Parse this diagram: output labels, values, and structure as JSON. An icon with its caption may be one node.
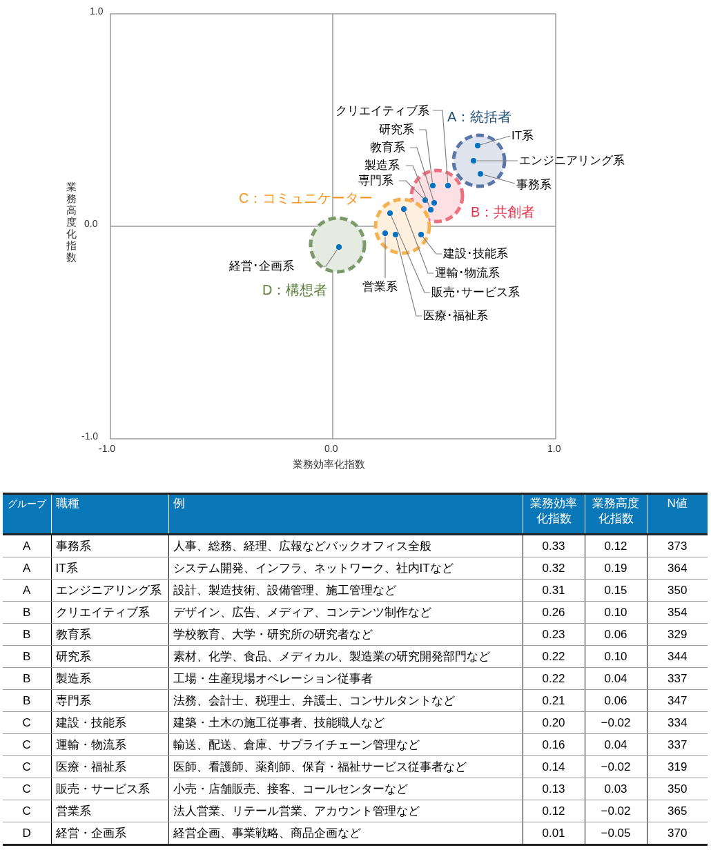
{
  "diagram": {
    "nodes": [
      {
        "text": [
          "A：統括者"
        ]
      },
      {
        "text": [
          "B：共創者"
        ]
      },
      {
        "text": [
          "C：コミュニケーター"
        ]
      },
      {
        "text": [
          "D：構想者"
        ]
      },
      {
        "text": [],
        "shape": "circle",
        "in": 0
      },
      {
        "text": [],
        "shape": "circle",
        "in": 0
      },
      {
        "text": [],
        "shape": "circle",
        "in": 0
      },
      {
        "text": [],
        "shape": "circle",
        "in": 1
      },
      {
        "text": [],
        "shape": "circle",
        "in": 1
      },
      {
        "text": [],
        "shape": "circle",
        "in": 1
      },
      {
        "text": [],
        "shape": "circle",
        "in": 1
      },
      {
        "text": [],
        "shape": "circle",
        "in": 1
      },
      {
        "text": [],
        "shape": "circle",
        "in": 2
      },
      {
        "text": [],
        "shape": "circle",
        "in": 2
      },
      {
        "text": [],
        "shape": "circle",
        "in": 2
      },
      {
        "text": [],
        "shape": "circle",
        "in": 2
      },
      {
        "text": [],
        "shape": "circle",
        "in": 2
      },
      {
        "text": [],
        "shape": "circle",
        "in": 3
      },
      {
        "text": [
          "クリエイティブ系"
        ]
      },
      {
        "text": [
          "研究系"
        ]
      },
      {
        "text": [
          "教育系"
        ]
      },
      {
        "text": [
          "IT系"
        ]
      },
      {
        "text": [
          "製造系"
        ]
      },
      {
        "text": [
          "エンジニアリング系"
        ]
      },
      {
        "text": [
          "専門系"
        ]
      },
      {
        "text": [
          "事務系"
        ]
      },
      {
        "text": [
          "建設･技能系"
        ]
      },
      {
        "text": [
          "経営･企画系"
        ]
      },
      {
        "text": [
          "運輸･物流系"
        ]
      },
      {
        "text": [
          "営業系"
        ]
      },
      {
        "text": [
          "販売･サービス系"
        ]
      },
      {
        "text": [
          "医療･福祉系"
        ]
      }
    ],
    "edges": [
      {
        "from": 18,
        "to": 7,
        "arrow": "none"
      },
      {
        "from": 19,
        "to": 8,
        "arrow": "none"
      },
      {
        "from": 20,
        "to": 9,
        "arrow": "none"
      },
      {
        "from": 21,
        "to": 4,
        "arrow": "none"
      },
      {
        "from": 22,
        "to": 10,
        "arrow": "none"
      },
      {
        "from": 23,
        "to": 5,
        "arrow": "none"
      },
      {
        "from": 24,
        "to": 11,
        "arrow": "none"
      },
      {
        "from": 25,
        "to": 6,
        "arrow": "none"
      },
      {
        "from": 26,
        "to": 12,
        "arrow": "none"
      },
      {
        "from": 27,
        "to": 17,
        "arrow": "none"
      },
      {
        "from": 28,
        "to": 13,
        "arrow": "none"
      },
      {
        "from": 29,
        "to": 16,
        "arrow": "none"
      },
      {
        "from": 30,
        "to": 14,
        "arrow": "none"
      },
      {
        "from": 31,
        "to": 15,
        "arrow": "none"
      }
    ],
    "labels": [
      "1.0",
      "業務高度化指数",
      "0.0",
      "-1.0",
      "-1.0",
      "0.0",
      "1.0",
      "業務効率化指数",
      "グループ",
      "職種",
      "例",
      "業務効率化指数",
      "業務高度化指数",
      "N値",
      "A",
      "事務系",
      "人事、総務、経理、広報などバックオフィス全般",
      "0.33",
      "0.12",
      "373",
      "A",
      "IT系",
      "システム開発、インフラ、ネットワーク、社内ITなど",
      "0.32",
      "0.19",
      "364",
      "A",
      "エンジニアリング系",
      "設計、製造技術、設備管理、施工管理など",
      "0.31",
      "0.15",
      "350",
      "B",
      "クリエイティブ系",
      "デザイン、広告、メディア、コンテンツ制作など",
      "0.26",
      "0.10",
      "354",
      "B",
      "教育系",
      "学校教育、大学・研究所の研究者など",
      "0.23",
      "0.06",
      "329",
      "B",
      "研究系",
      "素材、化学、食品、メディカル、製造業の研究開発部門など",
      "0.22",
      "0.10",
      "344",
      "B",
      "製造系",
      "工場・生産現場オペレーション従事者",
      "0.22",
      "0.04",
      "337",
      "B",
      "専門系",
      "法務、会計士、税理士、弁護士、コンサルタントなど",
      "0.21",
      "0.06",
      "347",
      "C",
      "建設・技能系",
      "建築・土木の施工従事者、技能職人など",
      "0.20",
      "−0.02",
      "334",
      "C",
      "運輸・物流系",
      "輸送、配送、倉庫、サプライチェーン管理など",
      "0.16",
      "0.04",
      "337",
      "C",
      "医療・福祉系",
      "医師、看護師、薬剤師、保育・福祉サービス従事者など",
      "0.14",
      "−0.02",
      "319",
      "C",
      "販売・サービス系",
      "小売・店舗販売、接客、コールセンターなど",
      "0.13",
      "0.03",
      "350",
      "C",
      "営業系",
      "法人営業、リテール営業、アカウント管理など",
      "0.12",
      "−0.02",
      "365",
      "D",
      "経営・企画系",
      "経営企画、事業戦略、商品企画など",
      "0.01",
      "−0.05",
      "370"
    ]
  }
}
